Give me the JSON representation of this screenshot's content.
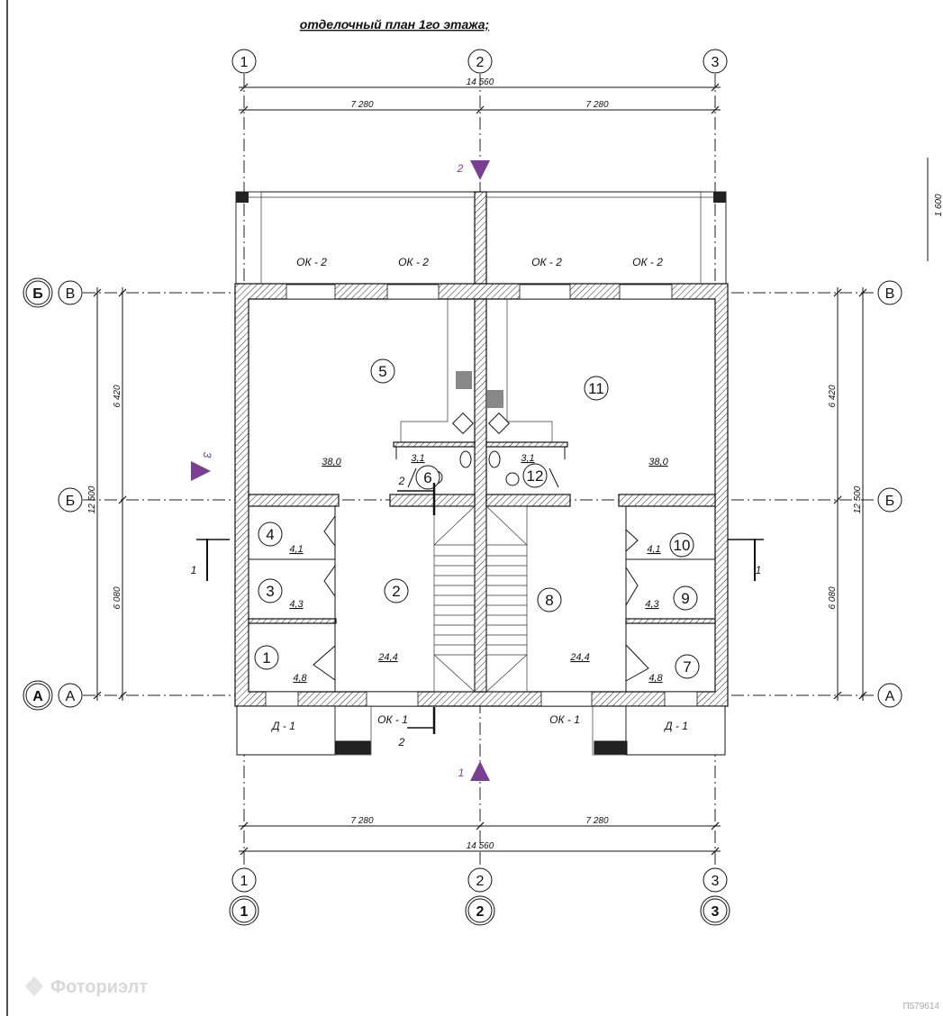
{
  "title": "отделочный  план 1го этажа;",
  "axes": {
    "vertical": [
      "1",
      "2",
      "3"
    ],
    "horizontal_inner": [
      "В",
      "Б",
      "А"
    ],
    "horizontal_outer": [
      "Б",
      "А"
    ]
  },
  "dimensions": {
    "total_width": "14 560",
    "half_width": "7 280",
    "total_depth": "12 500",
    "depth_top": "6 420",
    "depth_bottom": "6 080",
    "side_note": "1 600"
  },
  "rooms": [
    {
      "number": "1",
      "area": "4,8"
    },
    {
      "number": "2",
      "area": "24,4"
    },
    {
      "number": "3",
      "area": "4,3"
    },
    {
      "number": "4",
      "area": "4,1"
    },
    {
      "number": "5",
      "area": "38,0"
    },
    {
      "number": "6",
      "area": "3,1"
    },
    {
      "number": "7",
      "area": "4,8"
    },
    {
      "number": "8",
      "area": "24,4"
    },
    {
      "number": "9",
      "area": "4,3"
    },
    {
      "number": "10",
      "area": "4,1"
    },
    {
      "number": "11",
      "area": "38,0"
    },
    {
      "number": "12",
      "area": "3,1"
    }
  ],
  "openings": {
    "window_top": "ОК - 2",
    "window_bottom": "ОК - 1",
    "door": "Д - 1"
  },
  "sections": {
    "s1": "1",
    "s2": "2",
    "s3": "3"
  },
  "watermark": "Фоториэлт",
  "code": "П579614",
  "colors": {
    "section_marker": "#7a3f93"
  }
}
